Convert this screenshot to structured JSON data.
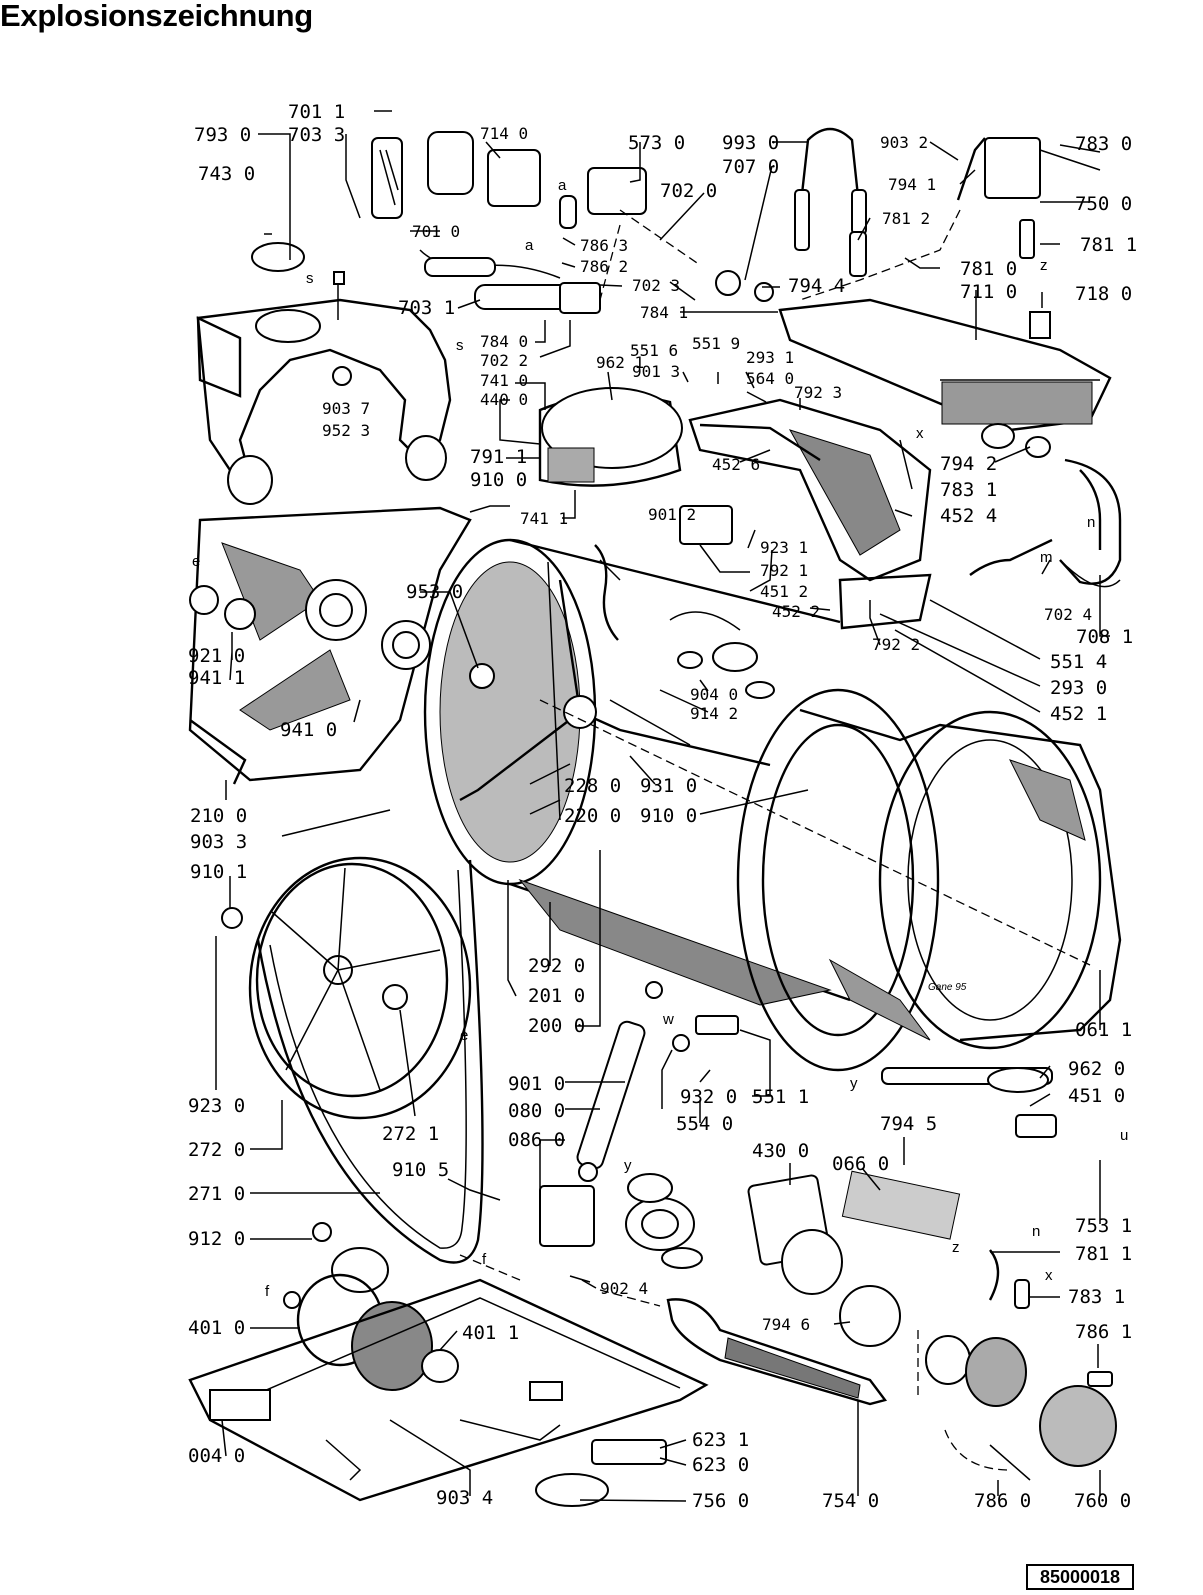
{
  "title": "Explosionszeichnung",
  "doc_number": "85000018",
  "artist_mark": "Gane 95",
  "part_labels": [
    "701 1",
    "793 0",
    "703 3",
    "743 0",
    "714 0",
    "573 0",
    "993 0",
    "707 0",
    "903 2",
    "783 0",
    "794 1",
    "750 0",
    "781 2",
    "781 1",
    "701 0",
    "702 0",
    "786 3",
    "786 2",
    "702 3",
    "794 4",
    "781 0",
    "711 0",
    "718 0",
    "703 1",
    "784 1",
    "784 0",
    "702 2",
    "962 1",
    "551 6",
    "551 9",
    "293 1",
    "564 0",
    "792 3",
    "741 0",
    "440 0",
    "901 3",
    "903 7",
    "952 3",
    "791 1",
    "910 0",
    "452 6",
    "794 2",
    "783 1",
    "452 4",
    "741 1",
    "901 2",
    "923 1",
    "792 1",
    "451 2",
    "452 2",
    "792 2",
    "702 4",
    "708 1",
    "551 4",
    "293 0",
    "452 1",
    "953 0",
    "921 0",
    "941 1",
    "941 0",
    "904 0",
    "914 2",
    "210 0",
    "228 0",
    "931 0",
    "220 0",
    "910 0",
    "903 3",
    "910 1",
    "292 0",
    "201 0",
    "200 0",
    "061 1",
    "923 0",
    "272 1",
    "962 0",
    "451 0",
    "272 0",
    "901 0",
    "080 0",
    "086 0",
    "932 0",
    "551 1",
    "554 0",
    "794 5",
    "430 0",
    "066 0",
    "753 1",
    "781 1",
    "271 0",
    "910 5",
    "912 0",
    "401 0",
    "401 1",
    "902 4",
    "794 6",
    "783 1",
    "786 1",
    "004 0",
    "903 4",
    "623 1",
    "623 0",
    "756 0",
    "754 0",
    "786 0",
    "760 0"
  ],
  "letter_marks": [
    "s",
    "a",
    "e",
    "n",
    "m",
    "x",
    "y",
    "w",
    "z",
    "u",
    "f"
  ]
}
